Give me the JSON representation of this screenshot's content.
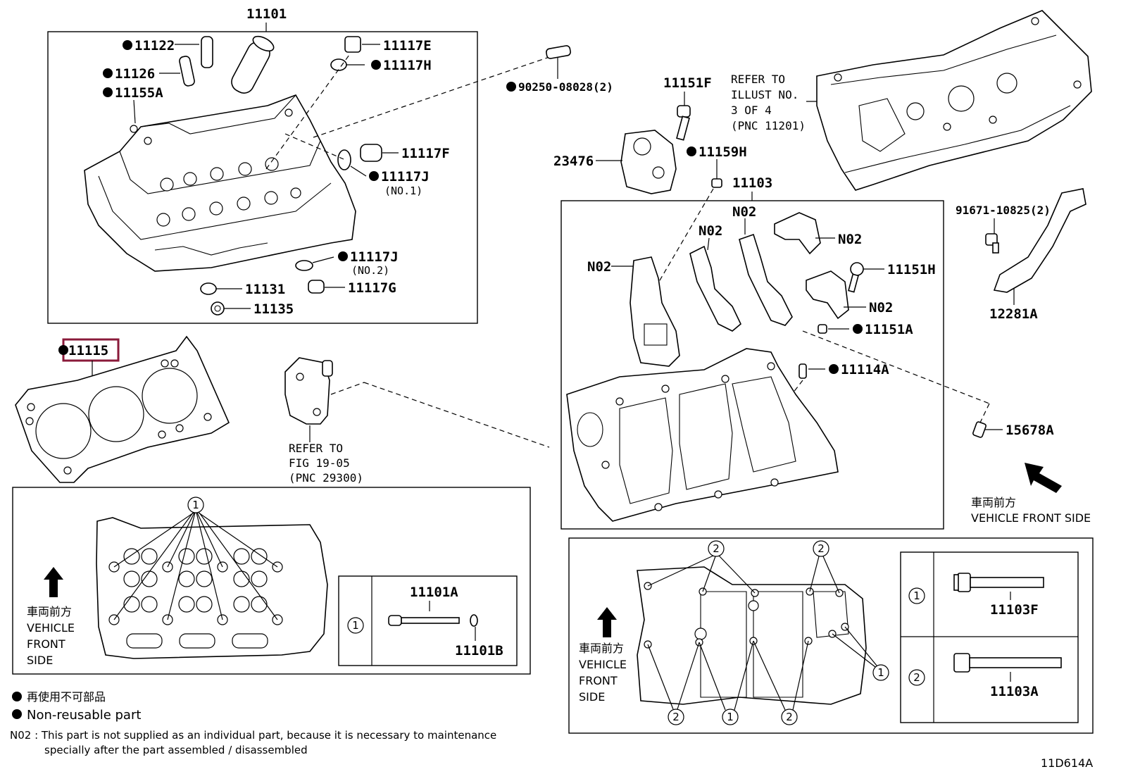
{
  "labels": {
    "p11101": "11101",
    "p11122": "11122",
    "p11126": "11126",
    "p11155A": "11155A",
    "p11117E": "11117E",
    "p11117H": "11117H",
    "p11117F": "11117F",
    "p11117J1": "11117J",
    "no1": "(NO.1)",
    "p11117J2": "11117J",
    "no2": "(NO.2)",
    "p11117G": "11117G",
    "p11131": "11131",
    "p11135": "11135",
    "p90250": "90250-08028(2)",
    "p11151F": "11151F",
    "p23476": "23476",
    "p11159H": "11159H",
    "p11103": "11103",
    "p11115": "11115",
    "p91671": "91671-10825(2)",
    "p11151H": "11151H",
    "p12281A": "12281A",
    "p11151A": "11151A",
    "p11114A": "11114A",
    "p15678A": "15678A",
    "n02": "N02",
    "p11101A": "11101A",
    "p11101B": "11101B",
    "p11103F": "11103F",
    "p11103A": "11103A"
  },
  "refers": {
    "cover_line1": "REFER TO",
    "cover_line2": "ILLUST NO.",
    "cover_line3": "3 OF 4",
    "cover_line4": "(PNC 11201)",
    "pump_line1": "REFER TO",
    "pump_line2": "FIG 19-05",
    "pump_line3": "(PNC 29300)"
  },
  "direction": {
    "jp": "車両前方",
    "en_full": "VEHICLE FRONT SIDE",
    "en_l1": "VEHICLE",
    "en_l2": "FRONT",
    "en_l3": "SIDE"
  },
  "legend": {
    "jp": "再使用不可部品",
    "en": "Non-reusable part"
  },
  "note": {
    "line1": "N02 : This part is not supplied as an individual part, because it is necessary to maintenance",
    "line2": "specially after the part assembled / disassembled"
  },
  "callouts": {
    "one": "1",
    "two": "2"
  },
  "figure_id": "11D614A",
  "highlight_color": "#8a1a3a"
}
